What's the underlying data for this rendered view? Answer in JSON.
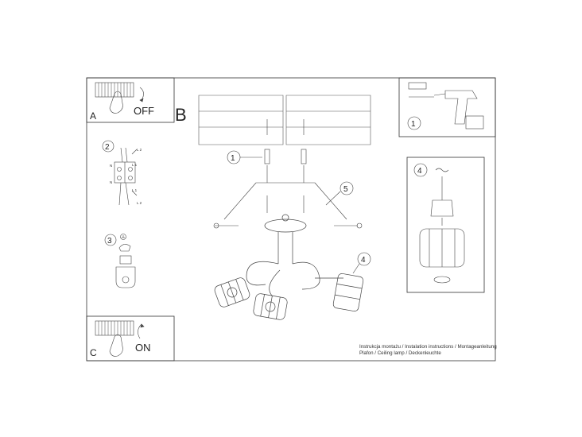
{
  "step_a": {
    "letter": "A",
    "text": "OFF"
  },
  "step_b": {
    "letter": "B"
  },
  "step_c": {
    "letter": "C",
    "text": "ON"
  },
  "steps": {
    "one": "1",
    "two": "2",
    "three": "3",
    "four": "4",
    "five": "5"
  },
  "wires": {
    "l2": "L 2",
    "l1": "L 1",
    "n": "N"
  },
  "caption": {
    "line1": "Instrukcja montażu / Instalation instructions / Montageanleitung",
    "line2": "Plafon / Ceiling lamp / Deckenleuchte"
  }
}
